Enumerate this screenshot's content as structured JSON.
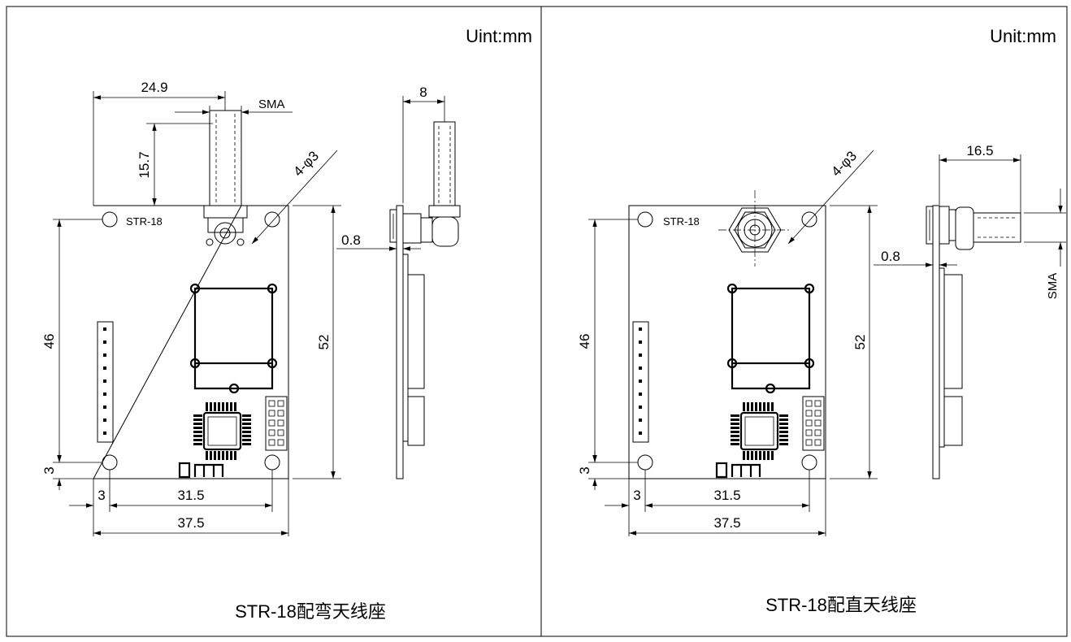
{
  "left_panel": {
    "unit_label": "Uint:mm",
    "caption": "STR-18配弯天线座",
    "board_label": "STR-18",
    "dims": {
      "antenna_offset": "24.9",
      "antenna_height": "15.7",
      "connector": "SMA",
      "holes": "4-φ3",
      "thickness": "0.8",
      "side_depth": "8",
      "hole_span_v": "46",
      "board_height": "52",
      "hole_margin_v": "3",
      "hole_margin_h": "3",
      "hole_span_h": "31.5",
      "board_width": "37.5"
    }
  },
  "right_panel": {
    "unit_label": "Unit:mm",
    "caption": "STR-18配直天线座",
    "board_label": "STR-18",
    "dims": {
      "holes": "4-φ3",
      "connector_length": "16.5",
      "thickness": "0.8",
      "connector": "SMA",
      "hole_span_v": "46",
      "board_height": "52",
      "hole_margin_v": "3",
      "hole_margin_h": "3",
      "hole_span_h": "31.5",
      "board_width": "37.5"
    }
  }
}
